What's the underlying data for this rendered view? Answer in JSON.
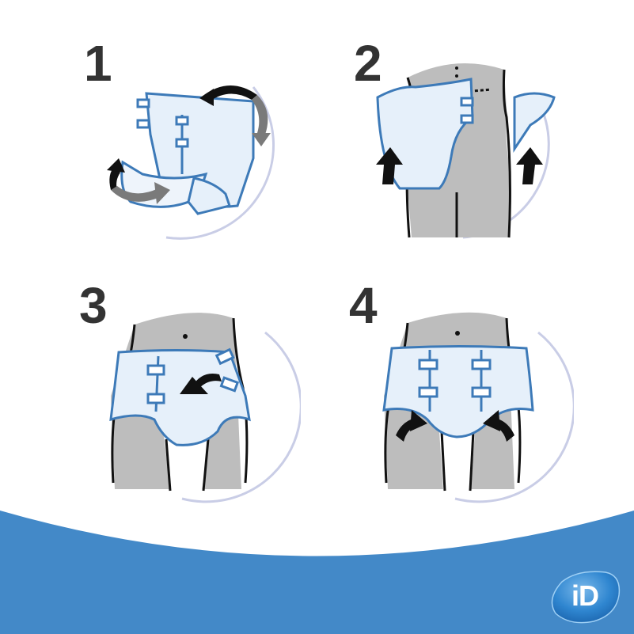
{
  "steps": [
    {
      "number": "1",
      "description": "diaper-folded-lengthwise-with-rotation-arrows"
    },
    {
      "number": "2",
      "description": "diaper-placed-from-behind-with-upward-arrows"
    },
    {
      "number": "3",
      "description": "front-panel-pulled-up-tab-fastening-arrow"
    },
    {
      "number": "4",
      "description": "all-tabs-fastened-leg-gathers-adjusted"
    }
  ],
  "brand": {
    "logo_text": "iD"
  },
  "colors": {
    "band_blue": "#4389c8",
    "diaper_outline": "#3d7ab8",
    "diaper_fill": "#e6f0fa",
    "body_gray": "#bdbdbd",
    "circle_ring": "#c9cde6",
    "number_dark": "#333333",
    "arrow_black": "#111111",
    "arrow_gray": "#7a7a7a"
  }
}
